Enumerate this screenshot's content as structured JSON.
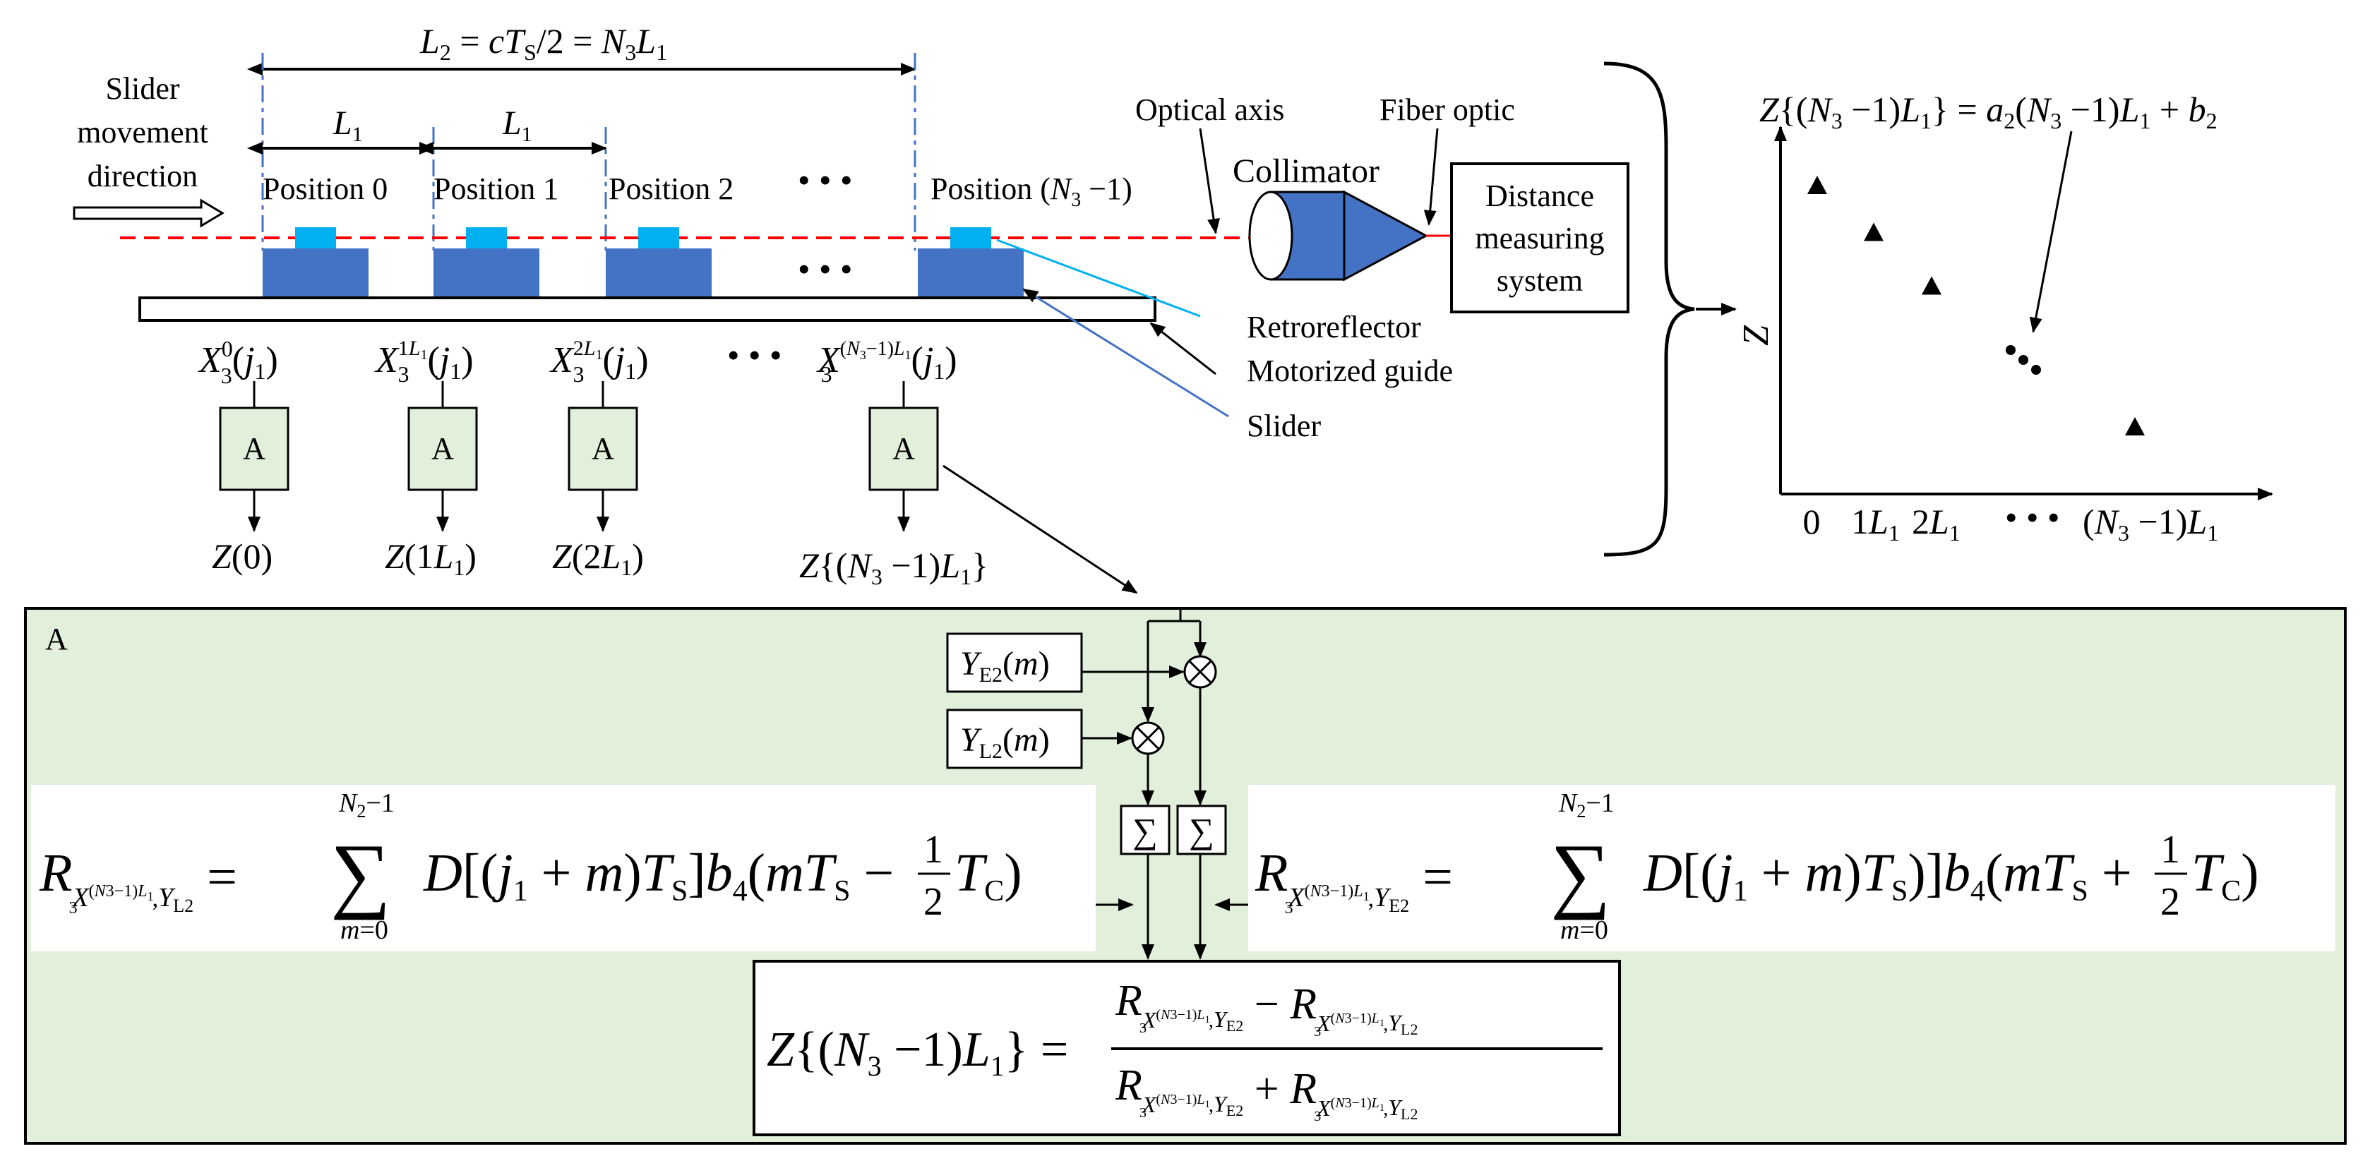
{
  "colors": {
    "slider_body": "#4472c4",
    "slider_top": "#00b0f0",
    "collimator": "#4472c4",
    "optical_axis": "#ff0000",
    "retro_pointer": "#00b0f0",
    "slider_pointer": "#4472c4",
    "box_fill": "#e2efda",
    "panel_fill": "#e2efda"
  },
  "labels": {
    "direction_line1": "Slider",
    "direction_line2": "movement",
    "direction_line3": "direction",
    "optical_axis": "Optical axis",
    "fiber_optic": "Fiber optic",
    "collimator": "Collimator",
    "distance_line1": "Distance",
    "distance_line2": "measuring",
    "distance_line3": "system",
    "retroreflector": "Retroreflector",
    "motorized_guide": "Motorized guide",
    "slider": "Slider",
    "panel_letter": "A",
    "box_letter": "A",
    "ellipsis": "• • •"
  },
  "positions": {
    "p0": "Position 0",
    "p1": "Position 1",
    "p2": "Position 2",
    "pn_prefix": "Position ("
  },
  "plot": {
    "y_label": "Z",
    "ticks": [
      "0",
      "1",
      "2",
      "(N",
      "−1)"
    ]
  },
  "chart_data": {
    "type": "scatter",
    "x_tick_labels": [
      "0",
      "1L1",
      "2L1",
      "...",
      "(N3−1)L1"
    ],
    "y_label": "Z",
    "points": [
      {
        "x": 0,
        "z": 0.92
      },
      {
        "x": 1,
        "z": 0.78
      },
      {
        "x": 2,
        "z": 0.62
      },
      {
        "x": 4,
        "z": 0.2
      }
    ]
  }
}
